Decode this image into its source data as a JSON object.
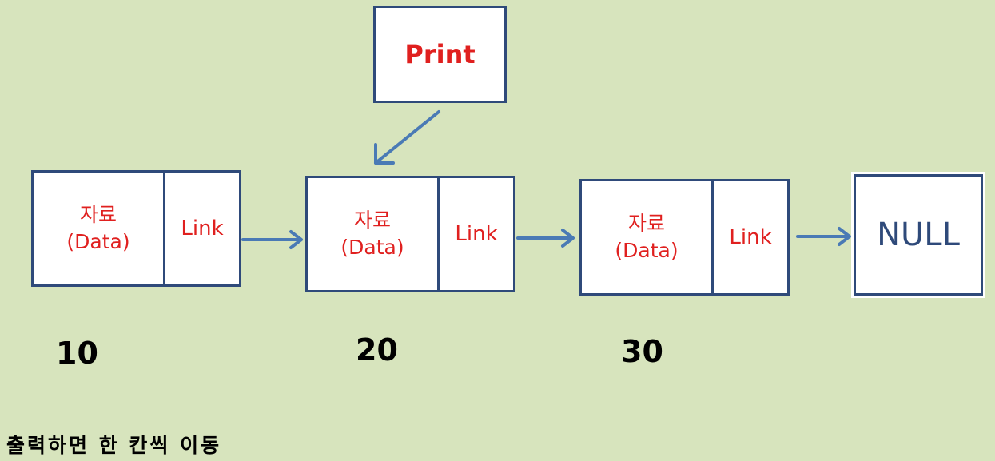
{
  "pointer": {
    "label": "Print"
  },
  "nodes": [
    {
      "data_line1": "자료",
      "data_line2": "(Data)",
      "link": "Link",
      "value": "10"
    },
    {
      "data_line1": "자료",
      "data_line2": "(Data)",
      "link": "Link",
      "value": "20"
    },
    {
      "data_line1": "자료",
      "data_line2": "(Data)",
      "link": "Link",
      "value": "30"
    }
  ],
  "terminal": {
    "label": "NULL"
  },
  "caption": "출력하면 한 칸씩 이동",
  "colors": {
    "background": "#d7e4bd",
    "box_border": "#2f4a7a",
    "arrow": "#4a7ab5",
    "text_red": "#e0201f"
  }
}
